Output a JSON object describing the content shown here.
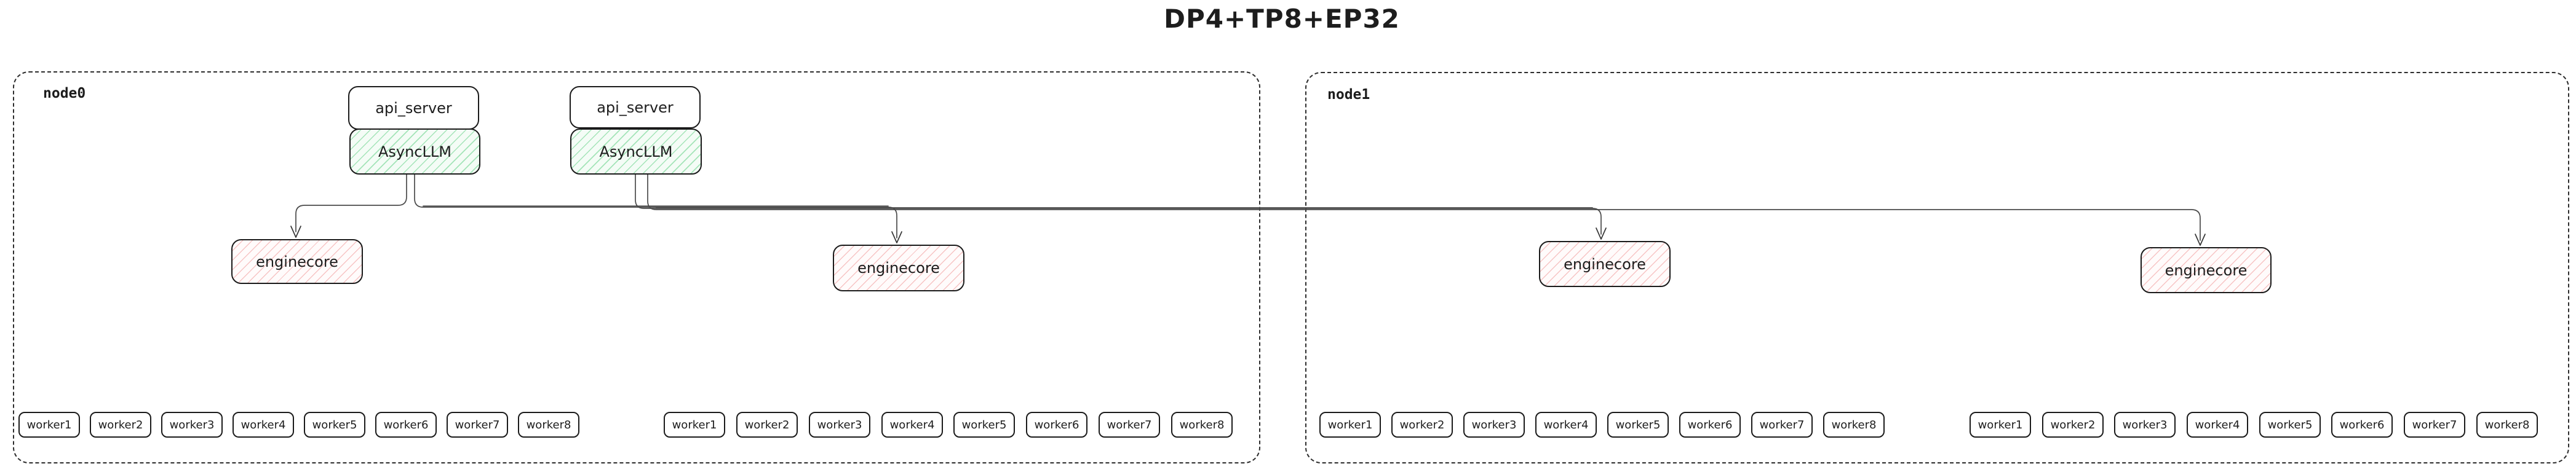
{
  "title": "DP4+TP8+EP32",
  "colors": {
    "box_border": "#1b1b1b",
    "node_border": "#2d2d2d",
    "green_hatch": "#78d796",
    "green_fill": "#f4fcf6",
    "red_hatch": "#f09696",
    "red_fill": "#fffbfb",
    "connector": "#4a4a4a"
  },
  "nodes": [
    {
      "label": "node0",
      "servers": [
        {
          "api": "api_server",
          "llm": "AsyncLLM"
        },
        {
          "api": "api_server",
          "llm": "AsyncLLM"
        }
      ],
      "enginecores": [
        "enginecore",
        "enginecore"
      ],
      "worker_groups": [
        [
          "worker1",
          "worker2",
          "worker3",
          "worker4",
          "worker5",
          "worker6",
          "worker7",
          "worker8"
        ],
        [
          "worker1",
          "worker2",
          "worker3",
          "worker4",
          "worker5",
          "worker6",
          "worker7",
          "worker8"
        ]
      ]
    },
    {
      "label": "node1",
      "servers": [],
      "enginecores": [
        "enginecore",
        "enginecore"
      ],
      "worker_groups": [
        [
          "worker1",
          "worker2",
          "worker3",
          "worker4",
          "worker5",
          "worker6",
          "worker7",
          "worker8"
        ],
        [
          "worker1",
          "worker2",
          "worker3",
          "worker4",
          "worker5",
          "worker6",
          "worker7",
          "worker8"
        ]
      ]
    }
  ]
}
